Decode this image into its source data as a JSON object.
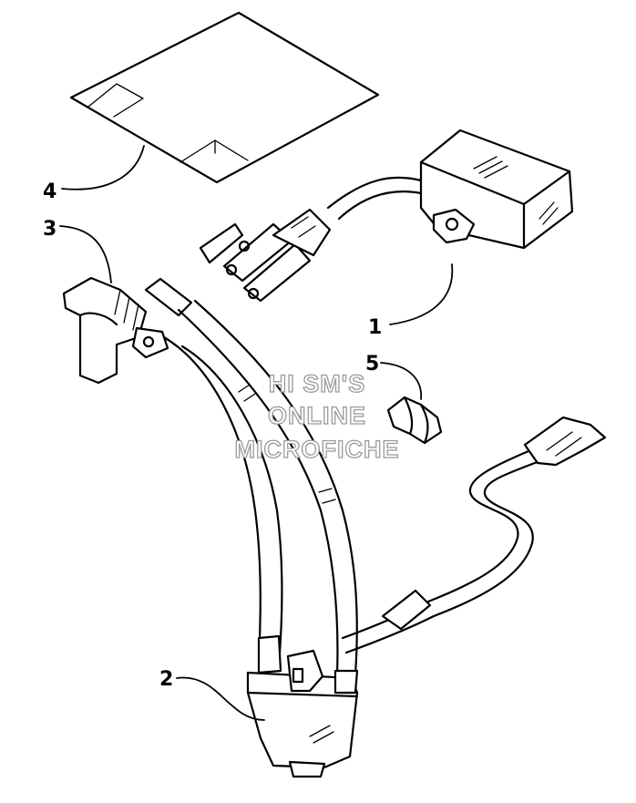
{
  "callouts": {
    "c1": "1",
    "c2": "2",
    "c3": "3",
    "c4": "4",
    "c5": "5"
  },
  "watermark": {
    "line1": "HI SM'S",
    "line2": "ONLINE",
    "line3": "MICROFICHE"
  },
  "colors": {
    "line": "#000000",
    "background": "#ffffff",
    "watermark": "#9a9a9a"
  }
}
